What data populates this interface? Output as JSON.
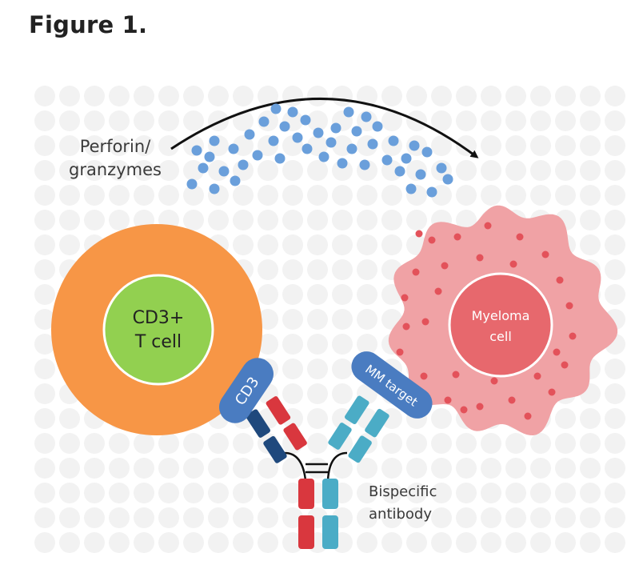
{
  "figure": {
    "title": "Figure 1."
  },
  "labels": {
    "perforin_line1": "Perforin/",
    "perforin_line2": "granzymes",
    "tcell_line1": "CD3+",
    "tcell_line2": "T cell",
    "myeloma_line1": "Myeloma",
    "myeloma_line2": "cell",
    "cd3_arm": "CD3",
    "mm_arm": "MM target",
    "antibody_line1": "Bispecific",
    "antibody_line2": "antibody"
  },
  "colors": {
    "tcell_outer": "#f79646",
    "tcell_nucleus": "#92d050",
    "myeloma_body": "#f0a2a5",
    "myeloma_nucleus": "#e7686d",
    "myeloma_spot": "#e3525a",
    "granule": "#6a9fdb",
    "cd3_cap": "#4a7cc1",
    "cd3_chain_dark": "#1f497d",
    "antibody_red": "#d9373e",
    "antibody_teal": "#4bacc6",
    "background_dot": "#f2f2f2"
  }
}
